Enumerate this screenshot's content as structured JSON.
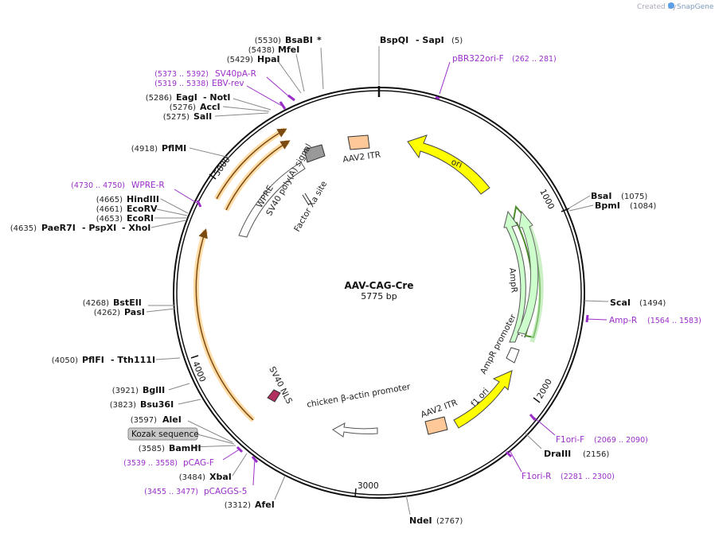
{
  "watermark": {
    "created_by": "Created by",
    "brand": "SnapGene"
  },
  "plasmid": {
    "name": "AAV-CAG-Cre",
    "length": "5775 bp"
  },
  "tick_labels": {
    "t1000": "1000",
    "t2000": "2000",
    "t3000": "3000",
    "t4000": "4000",
    "t5000": "5000"
  },
  "enzymes": {
    "bsabi": {
      "pos": "(5530)",
      "name": "BsaBI",
      "mark": "*"
    },
    "mfei": {
      "pos": "(5438)",
      "name": "MfeI"
    },
    "hpai": {
      "pos": "(5429)",
      "name": "HpaI"
    },
    "eagi_noti": {
      "pos": "(5286)",
      "name": "EagI",
      "name2": "- NotI"
    },
    "acci": {
      "pos": "(5276)",
      "name": "AccI"
    },
    "sali": {
      "pos": "(5275)",
      "name": "SalI"
    },
    "pflmi": {
      "pos": "(4918)",
      "name": "PflMI"
    },
    "hindiii": {
      "pos": "(4665)",
      "name": "HindIII"
    },
    "ecorv": {
      "pos": "(4661)",
      "name": "EcoRV"
    },
    "ecori": {
      "pos": "(4653)",
      "name": "EcoRI"
    },
    "paer7i": {
      "pos": "(4635)",
      "name": "PaeR7I",
      "name2": "- PspXI",
      "name3": "- XhoI"
    },
    "bsteii": {
      "pos": "(4268)",
      "name": "BstEII"
    },
    "pasi": {
      "pos": "(4262)",
      "name": "PasI"
    },
    "pflfi": {
      "pos": "(4050)",
      "name": "PflFI",
      "name2": "- Tth111I"
    },
    "bglii": {
      "pos": "(3921)",
      "name": "BglII"
    },
    "bsu36i": {
      "pos": "(3823)",
      "name": "Bsu36I"
    },
    "alei": {
      "pos": "(3597)",
      "name": "AleI"
    },
    "bamhi": {
      "pos": "(3585)",
      "name": "BamHI"
    },
    "xbai": {
      "pos": "(3484)",
      "name": "XbaI"
    },
    "afei": {
      "pos": "(3312)",
      "name": "AfeI"
    },
    "ndei": {
      "name": "NdeI",
      "pos": "(2767)"
    },
    "draiii": {
      "name": "DraIII",
      "pos": "(2156)"
    },
    "scai": {
      "name": "ScaI",
      "pos": "(1494)"
    },
    "bsai": {
      "name": "BsaI",
      "pos": "(1075)"
    },
    "bpmi": {
      "name": "BpmI",
      "pos": "(1084)"
    },
    "bspqi": {
      "name": "BspQI",
      "name2": "- SapI",
      "pos": "(5)"
    }
  },
  "primers": {
    "sv40pa_r": {
      "range": "(5373 .. 5392)",
      "name": "SV40pA-R"
    },
    "ebv_rev": {
      "range": "(5319 .. 5338)",
      "name": "EBV-rev"
    },
    "wpre_r": {
      "range": "(4730 .. 4750)",
      "name": "WPRE-R"
    },
    "pcag_f": {
      "range": "(3539 .. 3558)",
      "name": "pCAG-F"
    },
    "pcaggs_5": {
      "range": "(3455 .. 3477)",
      "name": "pCAGGS-5"
    },
    "pbr322ori_f": {
      "name": "pBR322ori-F",
      "range": "(262 .. 281)"
    },
    "amp_r": {
      "name": "Amp-R",
      "range": "(1564 .. 1583)"
    },
    "f1ori_f": {
      "name": "F1ori-F",
      "range": "(2069 .. 2090)"
    },
    "f1ori_r": {
      "name": "F1ori-R",
      "range": "(2281 .. 2300)"
    }
  },
  "features": {
    "kozak": "Kozak sequence",
    "aav2_itr_top": "AAV2 ITR",
    "aav2_itr_bottom": "AAV2 ITR",
    "ori": "ori",
    "ampr": "AmpR",
    "ampr_promoter": "AmpR promoter",
    "f1_ori": "f1 ori",
    "wpre": "WPRE",
    "sv40_polya": "SV40 poly(A) signal",
    "factor_xa": "Factor Xa site",
    "sv40_nls": "SV40 NLS",
    "chicken_actin": "chicken β-actin promoter"
  },
  "colors": {
    "yellow": "#ffff00",
    "amp_green": "#ccffcc",
    "itr": "#ffc898",
    "orange_glow": "#ffcc80",
    "purple": "#9a2ec8",
    "dark_green": "#4a8a2a"
  }
}
